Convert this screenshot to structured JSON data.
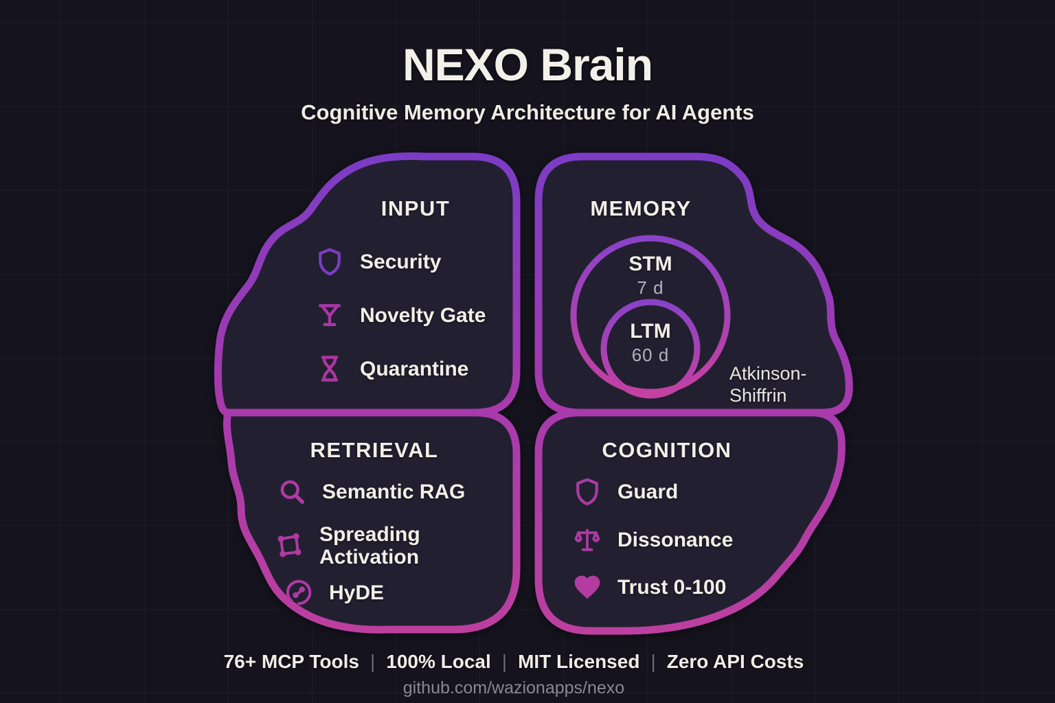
{
  "title": "NEXO Brain",
  "subtitle": "Cognitive Memory Architecture for AI Agents",
  "quadrants": {
    "input": {
      "header": "INPUT",
      "items": [
        {
          "icon": "shield-icon",
          "label": "Security"
        },
        {
          "icon": "funnel-icon",
          "label": "Novelty Gate"
        },
        {
          "icon": "hourglass-icon",
          "label": "Quarantine"
        }
      ]
    },
    "memory": {
      "header": "MEMORY",
      "stm": {
        "label": "STM",
        "duration": "7 d"
      },
      "ltm": {
        "label": "LTM",
        "duration": "60 d"
      },
      "model_lines": [
        "Atkinson-",
        "Shiffrin"
      ]
    },
    "retrieval": {
      "header": "RETRIEVAL",
      "items": [
        {
          "icon": "search-icon",
          "label": "Semantic RAG"
        },
        {
          "icon": "network-icon",
          "label": "Spreading Activation"
        },
        {
          "icon": "hypothesis-icon",
          "label": "HyDE"
        }
      ]
    },
    "cognition": {
      "header": "COGNITION",
      "items": [
        {
          "icon": "shield-icon",
          "label": "Guard"
        },
        {
          "icon": "scale-icon",
          "label": "Dissonance"
        },
        {
          "icon": "heart-icon",
          "label": "Trust 0-100"
        }
      ]
    }
  },
  "footer": {
    "stats": [
      "76+ MCP Tools",
      "100% Local",
      "MIT Licensed",
      "Zero API Costs"
    ],
    "separator": "|",
    "url": "github.com/wazionapps/nexo"
  },
  "colors": {
    "background": "#15131d",
    "panel_fill": "#222030",
    "stroke_top": "#7b3cc6",
    "stroke_mid": "#a63aad",
    "stroke_bottom": "#bd3f9f",
    "accent_purple": "#7a3cc4",
    "accent_magenta": "#ad3aa3",
    "text": "#f1efe7",
    "muted_text": "#b5b2bd",
    "url_text": "#8b8795"
  }
}
